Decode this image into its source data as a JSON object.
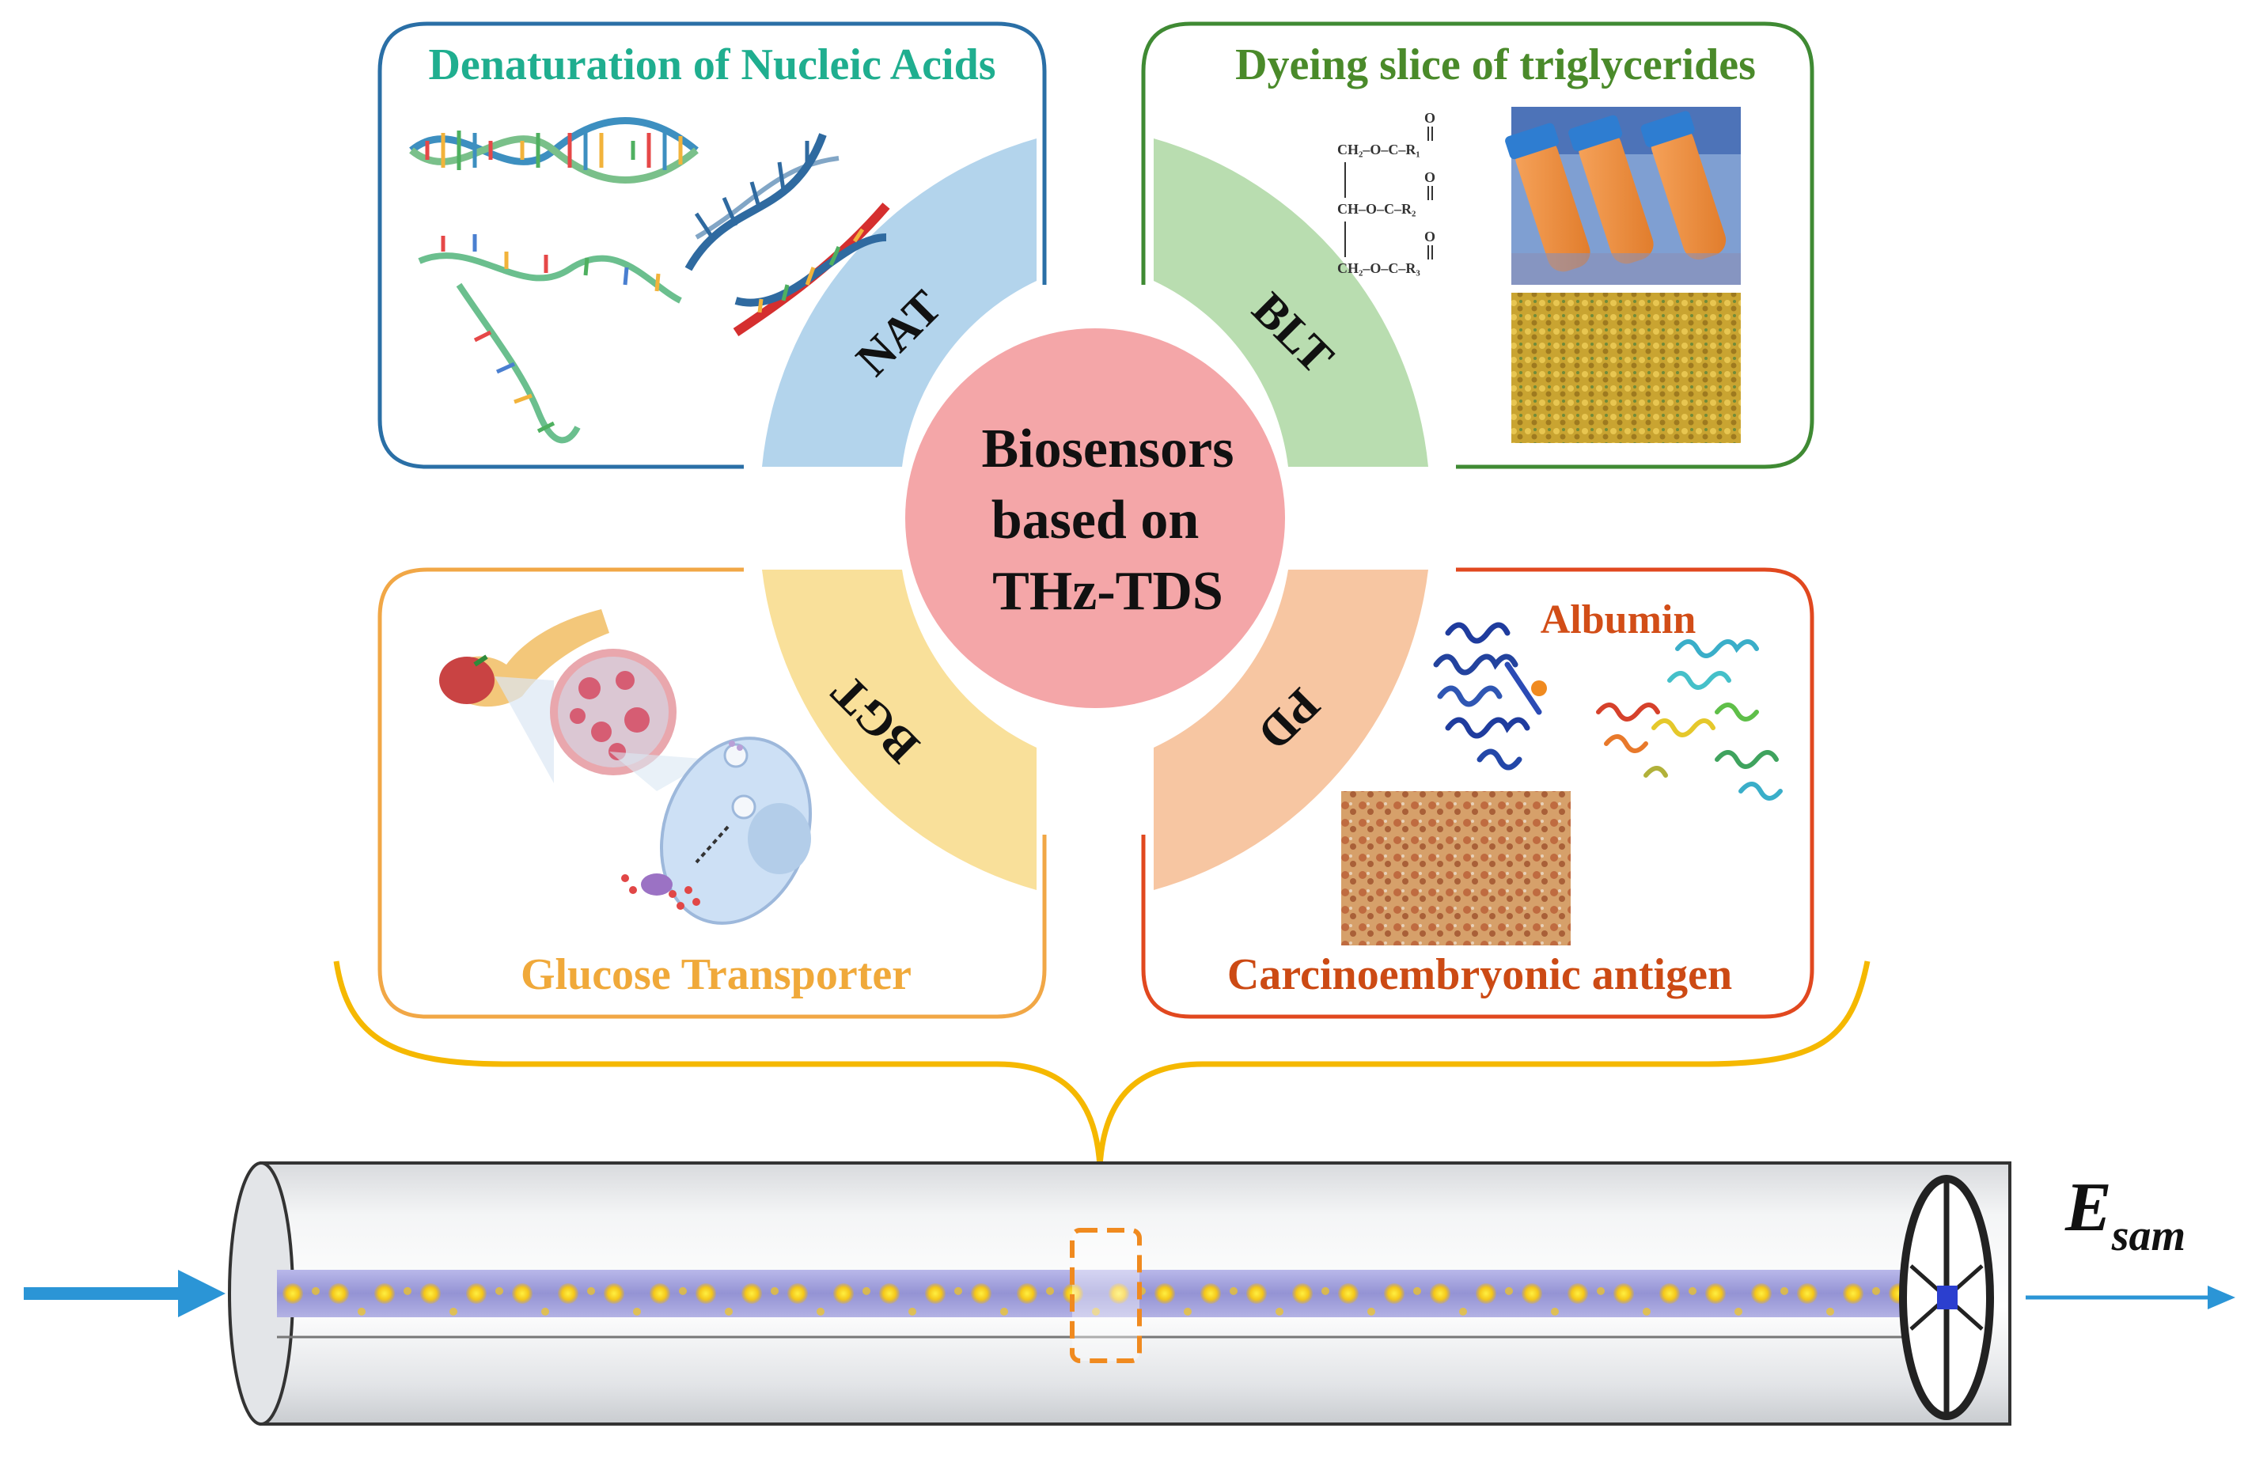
{
  "center": {
    "line1": "Biosensors",
    "line2": "based on",
    "line3": "THz-TDS"
  },
  "quadrants": {
    "top_left": {
      "title": "Denaturation of Nucleic Acids",
      "tag": "NAT",
      "title_color": "#1fae8f",
      "border_color": "#2a6fa6",
      "sector_color": "#b3d4ec"
    },
    "top_right": {
      "title": "Dyeing slice of triglycerides",
      "tag": "BLT",
      "title_color": "#4a8a2a",
      "border_color": "#3f8a33",
      "sector_color": "#b9ddb0"
    },
    "bottom_left": {
      "title": "Glucose Transporter",
      "tag": "BGT",
      "title_color": "#f0a93a",
      "border_color": "#f1a746",
      "sector_color": "#f9e09a"
    },
    "bottom_right": {
      "title": "Carcinoembryonic antigen",
      "subtitle": "Albumin",
      "tag": "PD",
      "title_color": "#cc4a14",
      "border_color": "#e1481f",
      "sector_color": "#f7c6a2"
    }
  },
  "output_label": {
    "main": "E",
    "subscript": "sam"
  },
  "chemistry_labels": {
    "group": "CH₂–O–C–R",
    "carbonyl": "O",
    "bridge": "CH–O–C–R"
  },
  "colors": {
    "center_circle": "#f4a6a8",
    "brace": "#f5b800",
    "arrow": "#2b95d6",
    "fiber_core": "#9b9ad6",
    "highlight_box": "#f08a1f"
  }
}
